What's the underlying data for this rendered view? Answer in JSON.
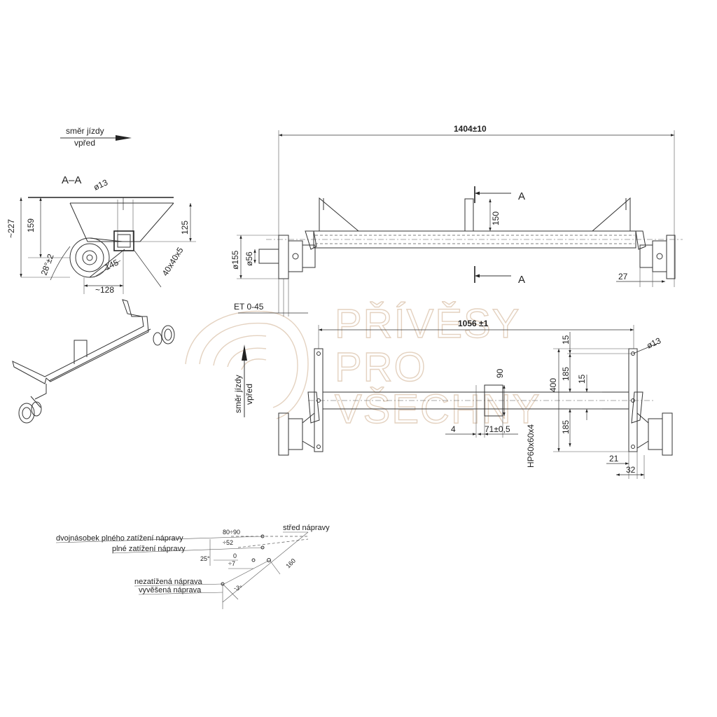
{
  "direction_label_top": {
    "line1": "směr jízdy",
    "line2": "vpřed"
  },
  "direction_label_bottom": {
    "line1": "směr jízdy",
    "line2": "vpřed"
  },
  "section": {
    "title": "A–A",
    "d_hole": "ø13",
    "h_227": "~227",
    "h_159": "159",
    "h_125": "125",
    "angle": "28°±2",
    "d_145": "145",
    "w_128": "~128",
    "profile": "40x40x5"
  },
  "front_view": {
    "width": "1404±10",
    "d_155": "ø155",
    "d_56": "ø56",
    "h_150": "150",
    "et": "ET 0-45",
    "d_27": "27",
    "section_mark_top": "A",
    "section_mark_bottom": "A"
  },
  "top_view": {
    "width": "1056 ±1",
    "d_hole": "ø13",
    "h_15a": "15",
    "h_185a": "185",
    "h_15b": "15",
    "h_400": "400",
    "h_185b": "185",
    "h_90": "90",
    "w_4": "4",
    "w_71": "71±0,5",
    "profile": "HP60x60x4",
    "w_21": "21",
    "w_32": "32"
  },
  "load_diagram": {
    "double_load": "dvojnásobek plného zatížení nápravy",
    "full_load": "plné zatížení nápravy",
    "axle_center": "střed nápravy",
    "unloaded": "nezatížená náprava",
    "suspended": "vyvěšená náprava",
    "v_80_90": "80÷90",
    "v_52": "÷52",
    "v_0": "0",
    "v_7": "÷7",
    "a_25": "25°",
    "a_3": "-3°",
    "r_160": "160"
  },
  "watermark": {
    "line1": "PŘÍVĚSY",
    "line2": "PRO",
    "line3": "VŠECHNY"
  },
  "colors": {
    "line": "#333333",
    "watermark": "#e4d2c0",
    "background": "#ffffff"
  }
}
